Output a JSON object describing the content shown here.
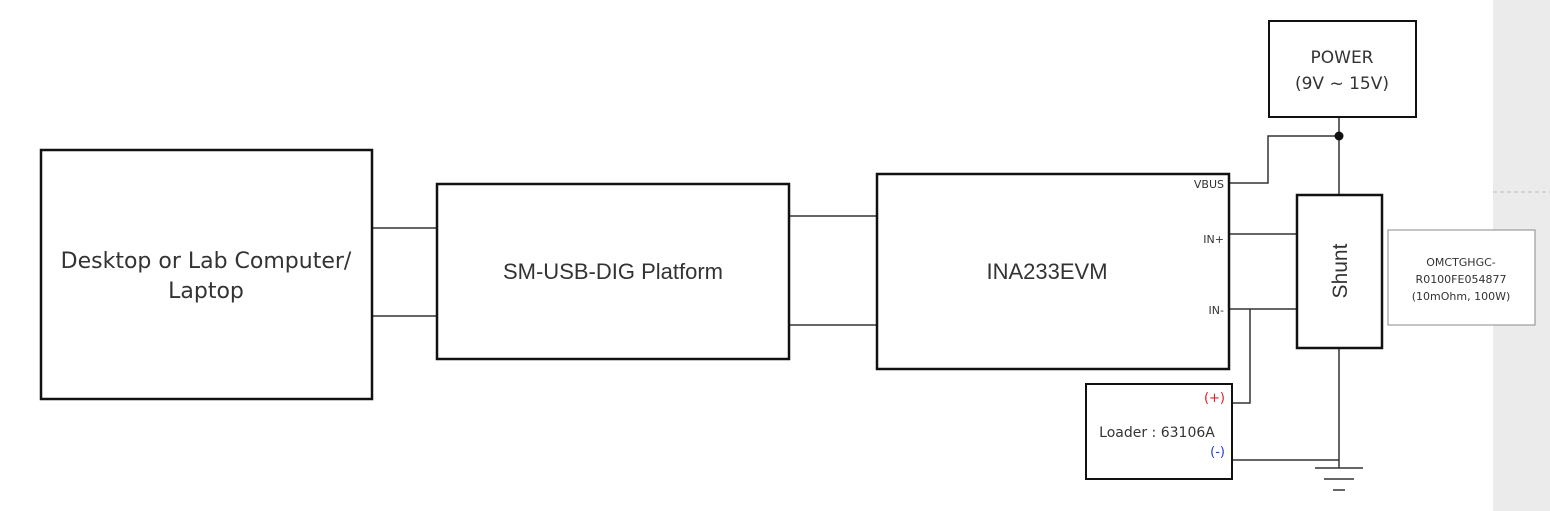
{
  "blocks": {
    "computer": {
      "line1": "Desktop or Lab Computer/",
      "line2": "Laptop"
    },
    "platform": {
      "label": "SM-USB-DIG Platform"
    },
    "evm": {
      "label": "INA233EVM",
      "pin_vbus": "VBUS",
      "pin_in_plus": "IN+",
      "pin_in_minus": "IN-"
    },
    "power": {
      "line1": "POWER",
      "line2": "(9V ~ 15V)"
    },
    "shunt": {
      "label": "Shunt"
    },
    "shunt_note": {
      "line1": "OMCTGHGC-",
      "line2": "R0100FE054877",
      "line3": "(10mOhm, 100W)"
    },
    "loader": {
      "label": "Loader : 63106A",
      "plus": "(+)",
      "minus": "(-)"
    }
  },
  "colors": {
    "plus": "#e02020",
    "minus": "#2040d0",
    "line": "#1a1a1a",
    "sidebar": "#ebebeb"
  }
}
